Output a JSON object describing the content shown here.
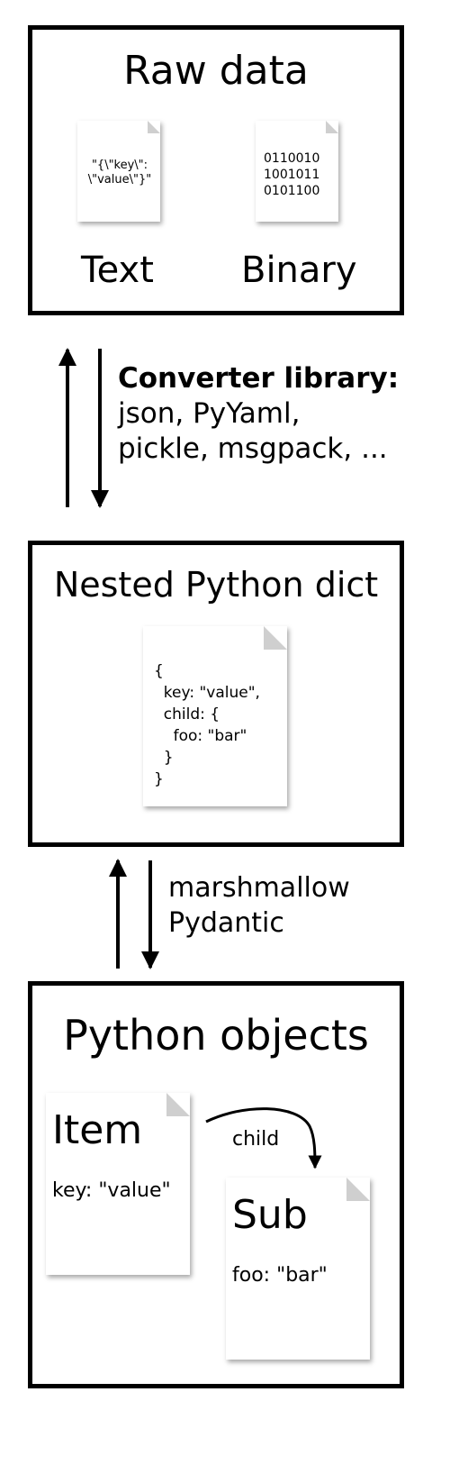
{
  "raw": {
    "title": "Raw data",
    "text_doc": "\"{\\\"key\\\":\n\\\"value\\\"}\"",
    "binary_doc": "0110010\n1001011\n0101100",
    "text_label": "Text",
    "binary_label": "Binary"
  },
  "converter": {
    "heading": "Converter library:",
    "line1": "json, PyYaml,",
    "line2": "pickle, msgpack, ..."
  },
  "nested": {
    "title": "Nested Python dict",
    "doc": "{\n  key: \"value\",\n  child: {\n    foo: \"bar\"\n  }\n}"
  },
  "validators": {
    "line1": "marshmallow",
    "line2": "Pydantic"
  },
  "objects": {
    "title": "Python objects",
    "item_name": "Item",
    "item_attr": "key: \"value\"",
    "child_label": "child",
    "sub_name": "Sub",
    "sub_attr": "foo: \"bar\""
  }
}
